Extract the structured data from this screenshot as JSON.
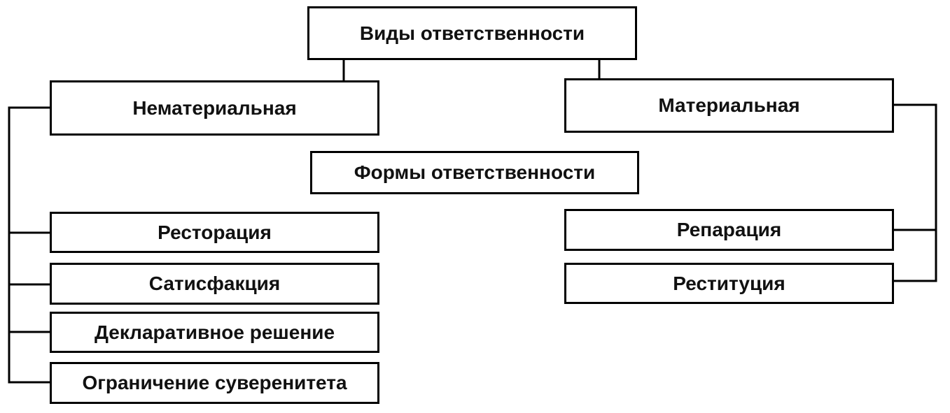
{
  "root": {
    "label": "Виды ответственности"
  },
  "kinds": {
    "nonmaterial": {
      "label": "Нематериальная"
    },
    "material": {
      "label": "Материальная"
    }
  },
  "forms_header": {
    "label": "Формы ответственности"
  },
  "nonmaterial_forms": [
    {
      "label": "Ресторация"
    },
    {
      "label": "Сатисфакция"
    },
    {
      "label": "Декларативное решение"
    },
    {
      "label": "Ограничение суверенитета"
    }
  ],
  "material_forms": [
    {
      "label": "Репарация"
    },
    {
      "label": "Реституция"
    }
  ]
}
